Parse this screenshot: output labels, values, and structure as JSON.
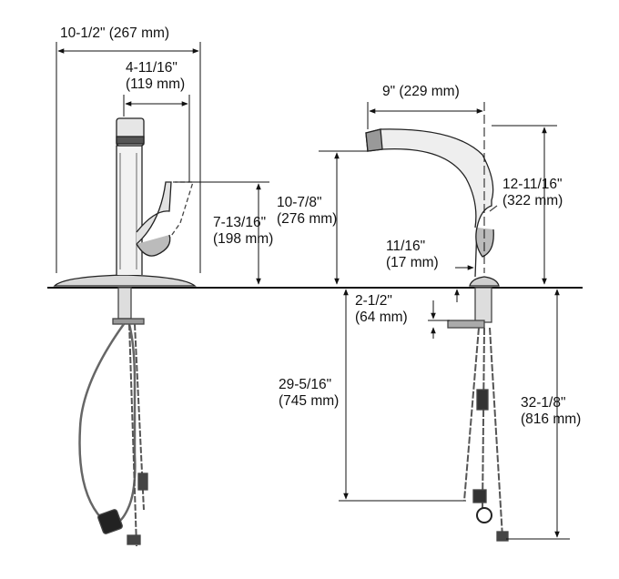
{
  "colors": {
    "line": "#111111",
    "fixture": "#3a3a3a",
    "hose": "#555555"
  },
  "dimensions": {
    "overall_width": {
      "label": "10-1/2\" (267 mm)"
    },
    "spout_depth": {
      "line1": "4-11/16\"",
      "line2": "(119 mm)"
    },
    "handle_height": {
      "line1": "7-13/16\"",
      "line2": "(198 mm)"
    },
    "reach": {
      "label": "9\" (229 mm)"
    },
    "spout_height": {
      "line1": "10-7/8\"",
      "line2": "(276 mm)"
    },
    "total_height": {
      "line1": "12-11/16\"",
      "line2": "(322 mm)"
    },
    "base_height": {
      "line1": "11/16\"",
      "line2": "(17 mm)"
    },
    "shank_length": {
      "line1": "2-1/2\"",
      "line2": "(64 mm)"
    },
    "supply_length": {
      "line1": "29-5/16\"",
      "line2": "(745 mm)"
    },
    "hose_length": {
      "line1": "32-1/8\"",
      "line2": "(816 mm)"
    }
  }
}
